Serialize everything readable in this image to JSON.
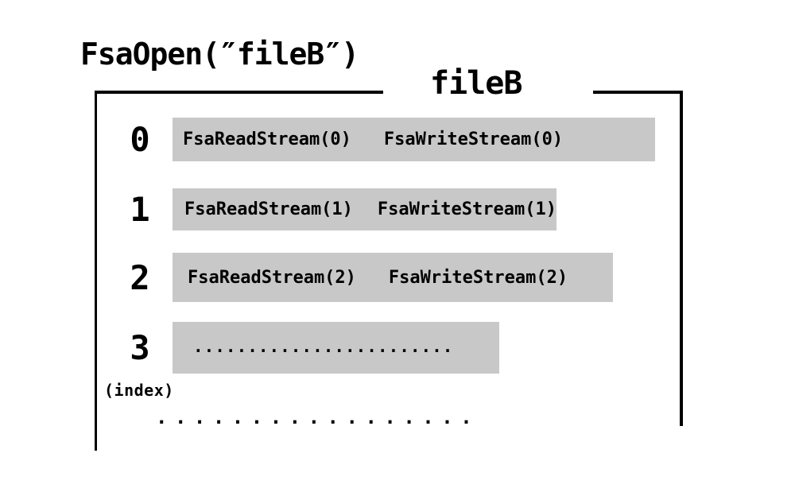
{
  "title": "FsaOpen(″fileB″)",
  "file_name": "fileB",
  "index_caption": "(index)",
  "rows": [
    {
      "index": "0",
      "read": "FsaReadStream(0)",
      "write": "FsaWriteStream(0)"
    },
    {
      "index": "1",
      "read": "FsaReadStream(1)",
      "write": "FsaWriteStream(1)"
    },
    {
      "index": "2",
      "read": "FsaReadStream(2)",
      "write": "FsaWriteStream(2)"
    },
    {
      "index": "3",
      "placeholder_dots": "........................"
    }
  ],
  "more_rows_ellipsis": ".................",
  "colors": {
    "background": "#ffffff",
    "slot_fill": "#c8c8c8",
    "line": "#000000",
    "text": "#000000"
  }
}
